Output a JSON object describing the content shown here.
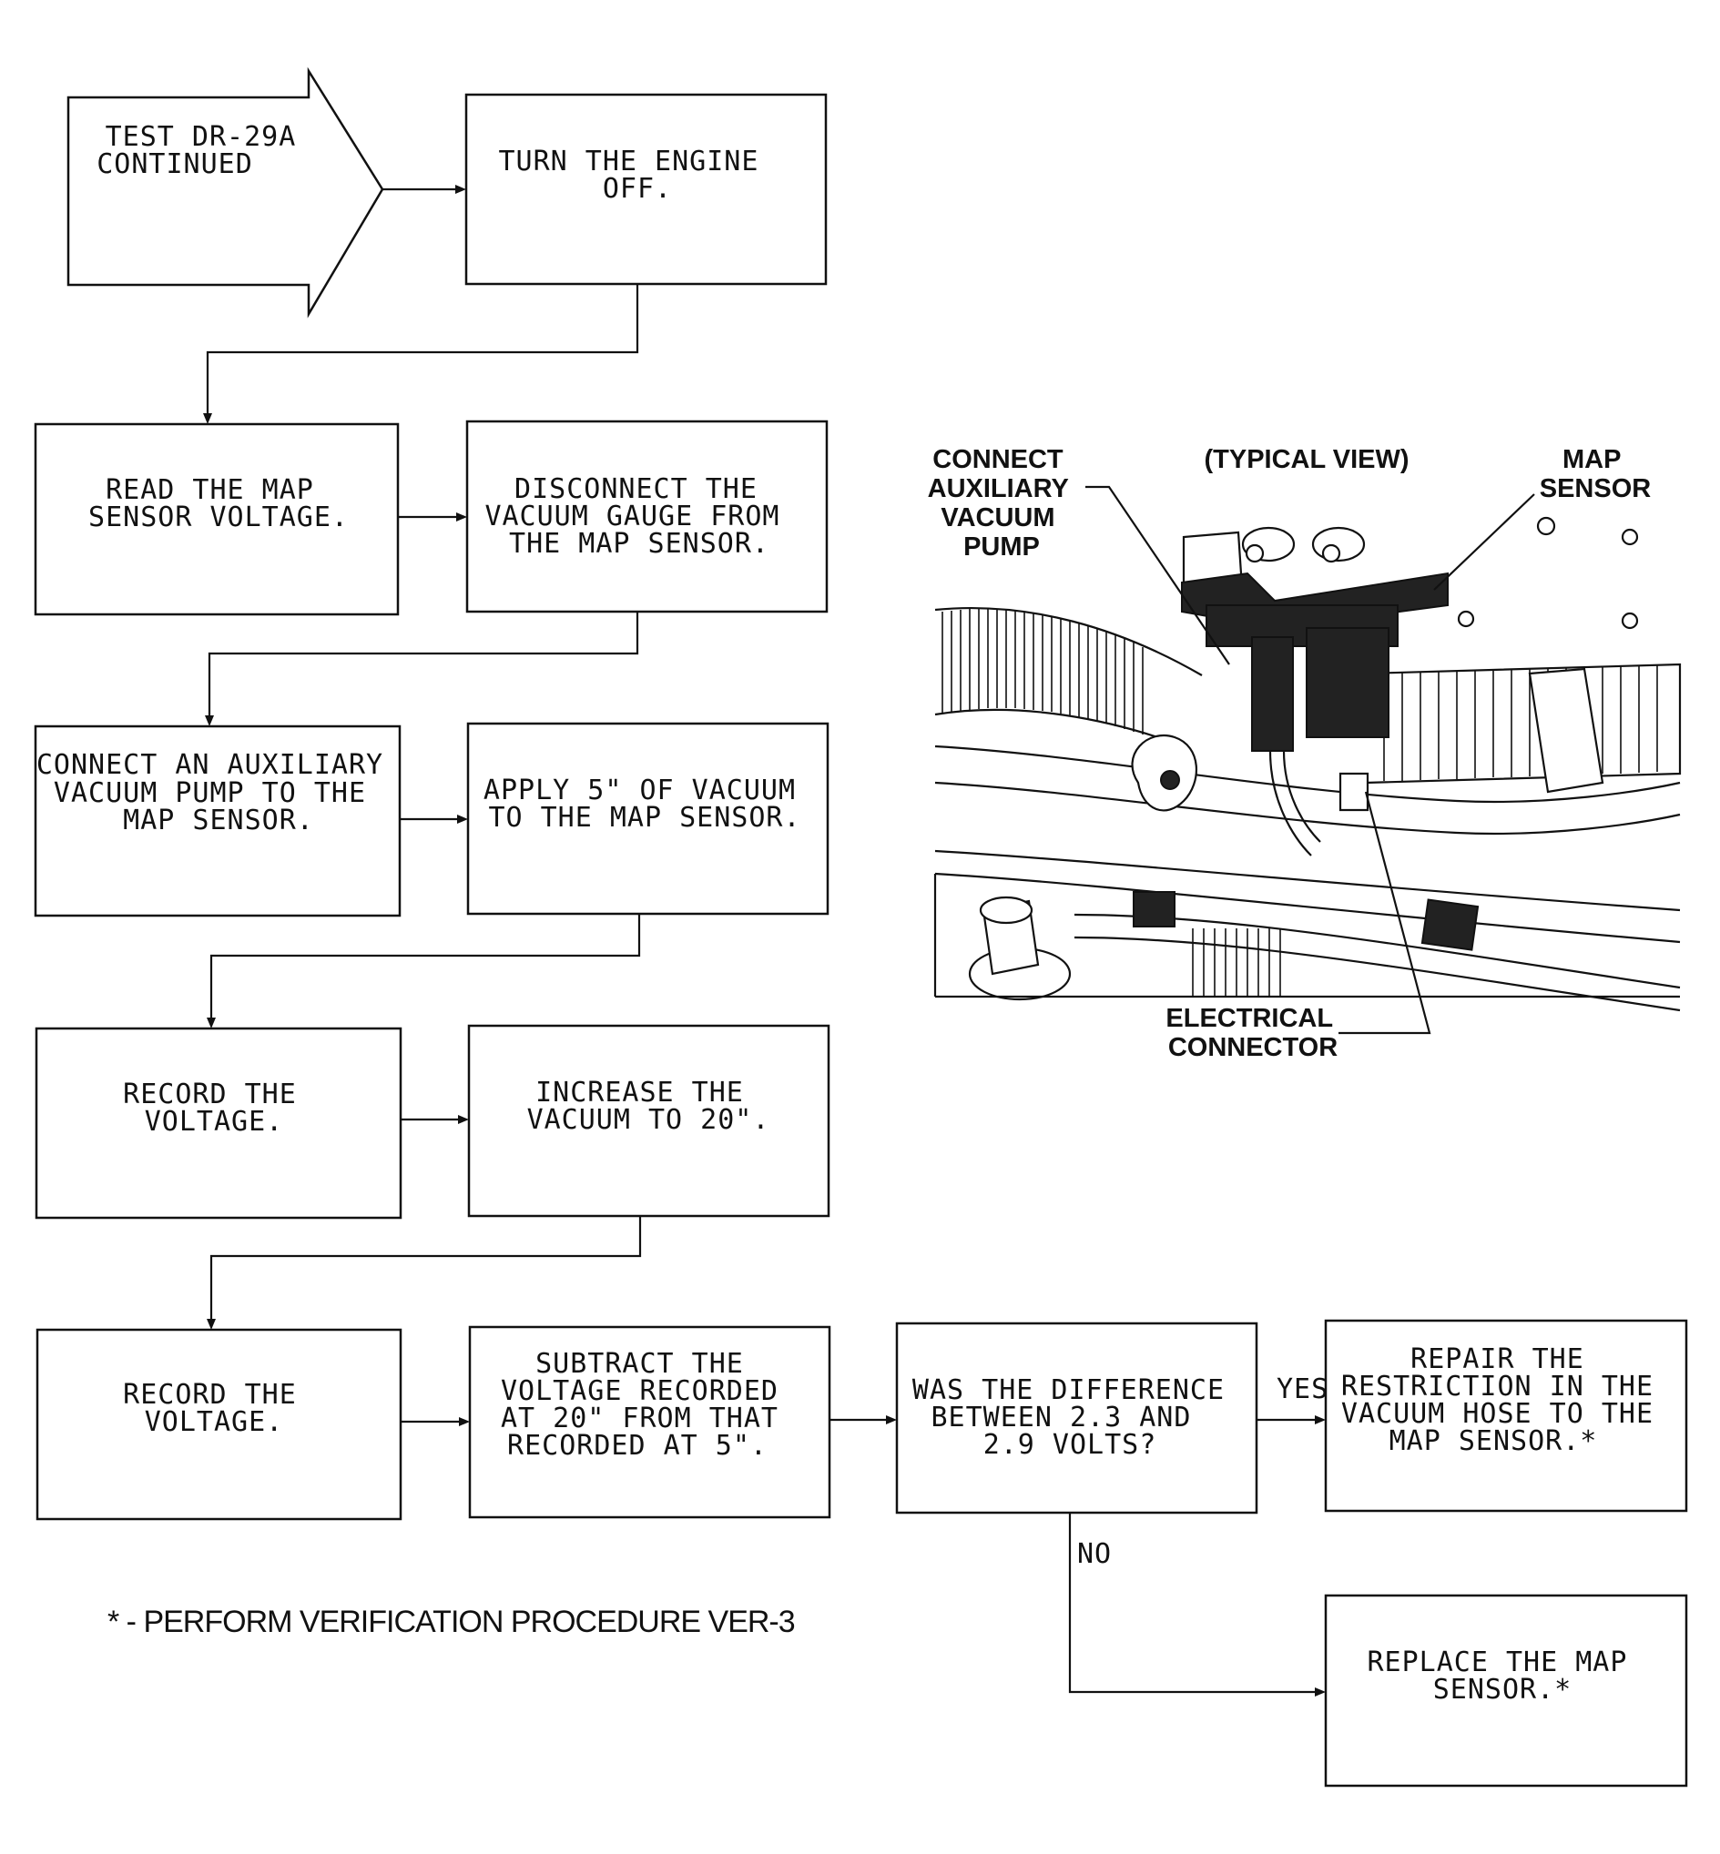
{
  "flowchart": {
    "start": {
      "lines": [
        "TEST DR-29A",
        "CONTINUED"
      ]
    },
    "steps": {
      "turn_off": {
        "lines": [
          "TURN THE ENGINE",
          "OFF."
        ]
      },
      "read_map": {
        "lines": [
          "READ THE MAP",
          "SENSOR VOLTAGE."
        ]
      },
      "disconnect": {
        "lines": [
          "DISCONNECT THE",
          "VACUUM GAUGE FROM",
          "THE MAP SENSOR."
        ]
      },
      "connect_pump": {
        "lines": [
          "CONNECT AN AUXILIARY",
          "VACUUM PUMP TO THE",
          "MAP SENSOR."
        ]
      },
      "apply_vacuum": {
        "lines": [
          "APPLY 5\" OF VACUUM",
          "TO THE MAP SENSOR."
        ]
      },
      "record_1": {
        "lines": [
          "RECORD THE",
          "VOLTAGE."
        ]
      },
      "increase": {
        "lines": [
          "INCREASE THE",
          "VACUUM TO 20\"."
        ]
      },
      "record_2": {
        "lines": [
          "RECORD THE",
          "VOLTAGE."
        ]
      },
      "subtract": {
        "lines": [
          "SUBTRACT THE",
          "VOLTAGE RECORDED",
          "AT 20\" FROM THAT",
          "RECORDED AT 5\"."
        ]
      },
      "question": {
        "lines": [
          "WAS THE DIFFERENCE",
          "BETWEEN 2.3 AND",
          "2.9 VOLTS?"
        ]
      },
      "repair": {
        "lines": [
          "REPAIR THE",
          "RESTRICTION IN THE",
          "VACUUM HOSE TO THE",
          "MAP SENSOR.*"
        ]
      },
      "replace": {
        "lines": [
          "REPLACE THE MAP",
          "SENSOR.*"
        ]
      }
    },
    "branch_labels": {
      "yes": "YES",
      "no": "NO"
    },
    "footnote": "* - PERFORM VERIFICATION PROCEDURE VER-3"
  },
  "illustration": {
    "title": "(TYPICAL VIEW)",
    "labels": {
      "connect_pump": [
        "CONNECT",
        "AUXILIARY",
        "VACUUM",
        "PUMP"
      ],
      "map_sensor": [
        "MAP",
        "SENSOR"
      ],
      "electrical_connector": [
        "ELECTRICAL",
        "CONNECTOR"
      ]
    }
  }
}
